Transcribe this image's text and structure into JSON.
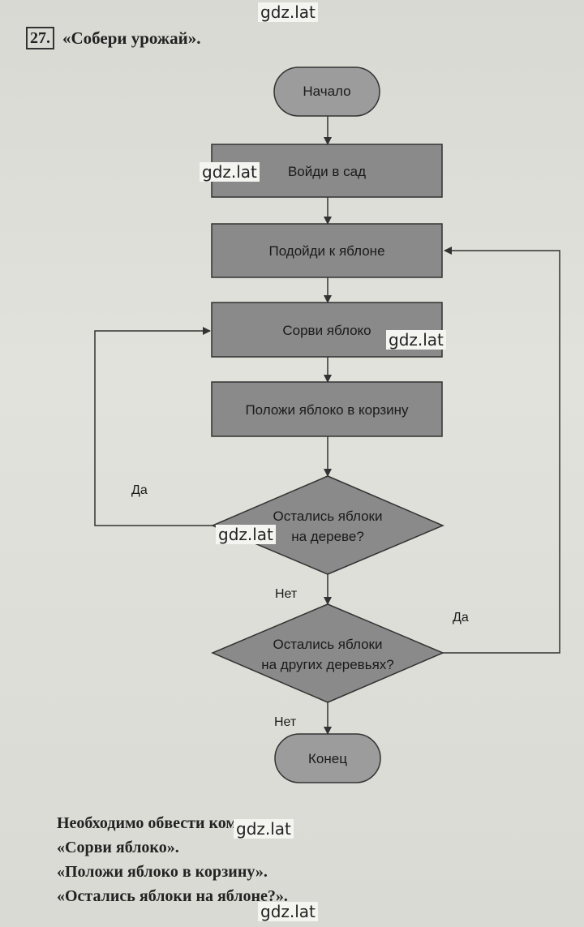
{
  "watermark": "gdz.lat",
  "exercise": {
    "number": "27.",
    "title": "«Собери урожай»."
  },
  "flowchart": {
    "nodes": {
      "start": "Начало",
      "enter_garden": "Войди в сад",
      "approach_tree": "Подойди к яблоне",
      "pick_apple": "Сорви яблоко",
      "put_apple": "Положи яблоко в корзину",
      "decision_tree": [
        "Остались яблоки",
        "на дереве?"
      ],
      "decision_others": [
        "Остались яблоки",
        "на других деревьях?"
      ],
      "end": "Конец"
    },
    "edges": {
      "yes_tree": "Да",
      "no_tree": "Нет",
      "yes_others": "Да",
      "no_others": "Нет"
    }
  },
  "footer": {
    "lines": [
      "Необходимо обвести команды:",
      "«Сорви яблоко».",
      "«Положи яблоко в корзину».",
      "«Остались яблоки на яблоне?»."
    ]
  }
}
